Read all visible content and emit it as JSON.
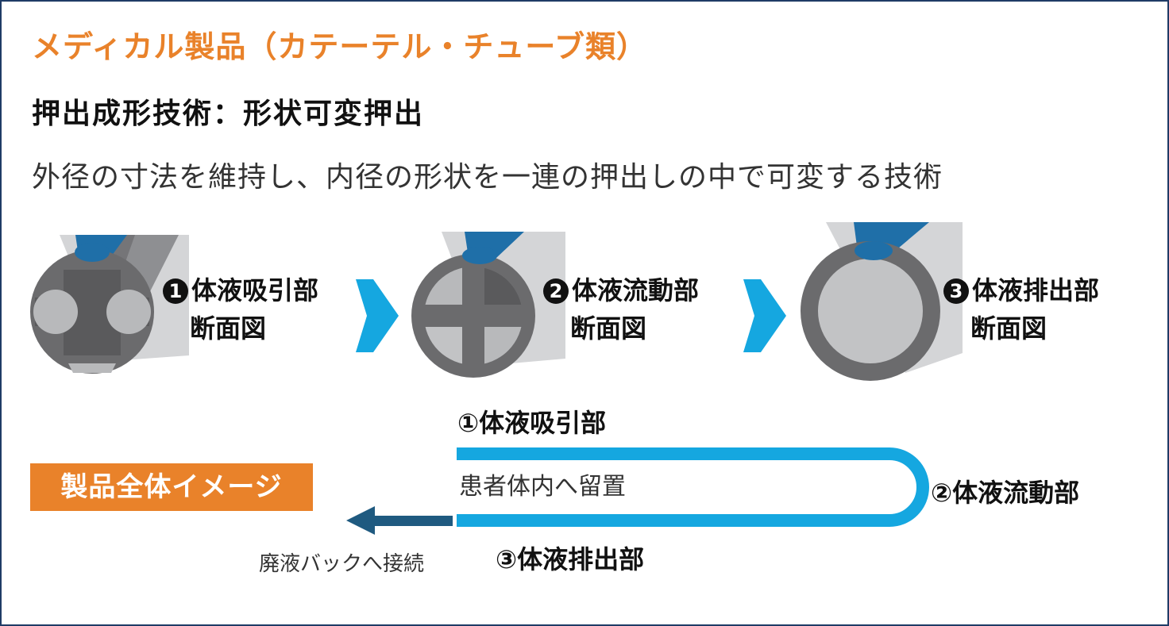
{
  "title": "メディカル製品（カテーテル・チューブ類）",
  "subtitle": "押出成形技術：形状可変押出",
  "description": "外径の寸法を維持し、内径の形状を一連の押出しの中で可変する技術",
  "sections": [
    {
      "marker": "1",
      "name": "体液吸引部",
      "caption": "断面図"
    },
    {
      "marker": "2",
      "name": "体液流動部",
      "caption": "断面図"
    },
    {
      "marker": "3",
      "name": "体液排出部",
      "caption": "断面図"
    }
  ],
  "product_image": {
    "tag": "製品全体イメージ",
    "suction_label": "①体液吸引部",
    "flow_label": "②体液流動部",
    "drain_label": "③体液排出部",
    "inside_label": "患者体内へ留置",
    "connect_label": "廃液バックへ接続"
  },
  "colors": {
    "orange": "#e9822a",
    "blue": "#15a7e0",
    "navy": "#1f5a80",
    "dark_gray": "#6b6b6d",
    "light_gray": "#c2c3c5"
  }
}
